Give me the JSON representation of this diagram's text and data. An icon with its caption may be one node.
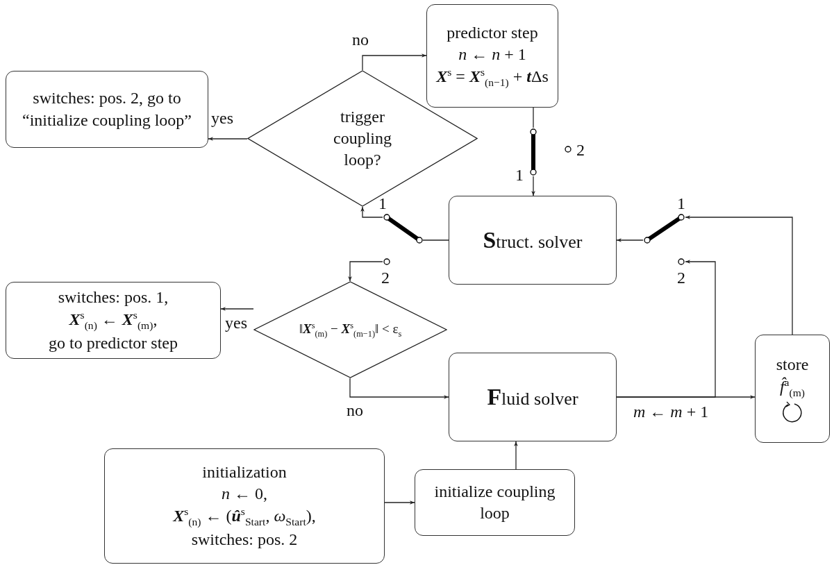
{
  "diagram": {
    "nodes": [
      {
        "text": [
          "predictor step",
          "*n* ← *n* + 1",
          "**X**$^{s}$ = **X**$^{s}$$_{(n−1)}$ + **t**Δs"
        ]
      },
      {
        "text": [
          "trigger coupling loop?"
        ]
      },
      {
        "text": [
          "switches: pos. 2, go to “initialize coupling loop”"
        ]
      },
      {
        "text": [],
        "shape": "switch",
        "beside": [
          "2",
          "1"
        ]
      },
      {
        "text": [],
        "shape": "switch",
        "beside": [
          "1",
          "2"
        ]
      },
      {
        "text": [
          "**S**truct. solver"
        ]
      },
      {
        "text": [],
        "shape": "switch",
        "beside": [
          "1",
          "2"
        ]
      },
      {
        "text": [
          "‖**X**$^{s}$$_{(m)}$ − **X**$^{s}$$_{(m−1)}$‖ < ε$_{s}$"
        ]
      },
      {
        "text": [
          "switches: pos. 1,",
          "**X**$^{s}$$_{(n)}$ ← **X**$^{s}$$_{(m)}$,",
          "go to predictor step"
        ]
      },
      {
        "text": [
          "**F**luid solver"
        ]
      },
      {
        "text": [
          "store",
          "*f̂*$^{a}$$_{(m)}$"
        ]
      },
      {
        "text": [
          "initialization",
          "*n* ← 0,",
          "**X**$^{s}$$_{(n)}$ ← (**û**$^{s}$$_{Start}$, *ω*$_{Start}$),",
          "switches: pos. 2"
        ]
      },
      {
        "text": [
          "initialize coupling loop"
        ]
      }
    ],
    "edges": [
      {
        "from": 1,
        "to": 0,
        "arrow": "to",
        "label": "no"
      },
      {
        "from": 1,
        "to": 2,
        "arrow": "to",
        "label": "yes"
      },
      {
        "from": 0,
        "to": 3,
        "arrow": "none"
      },
      {
        "from": 3,
        "to": 5,
        "arrow": "to"
      },
      {
        "from": 5,
        "to": 4,
        "arrow": "none"
      },
      {
        "from": 4,
        "to": 1,
        "arrow": "to"
      },
      {
        "from": 4,
        "to": 7,
        "arrow": "to"
      },
      {
        "from": 7,
        "to": 8,
        "arrow": "to",
        "label": "yes"
      },
      {
        "from": 7,
        "to": 9,
        "arrow": "to",
        "label": "no"
      },
      {
        "from": 9,
        "to": 10,
        "arrow": "to",
        "label": "*m* ← *m* + 1"
      },
      {
        "from": 9,
        "to": 6,
        "arrow": "to"
      },
      {
        "from": 10,
        "to": 6,
        "arrow": "to"
      },
      {
        "from": 6,
        "to": 5,
        "arrow": "to"
      },
      {
        "from": 11,
        "to": 12,
        "arrow": "to"
      },
      {
        "from": 12,
        "to": 9,
        "arrow": "to"
      }
    ]
  }
}
